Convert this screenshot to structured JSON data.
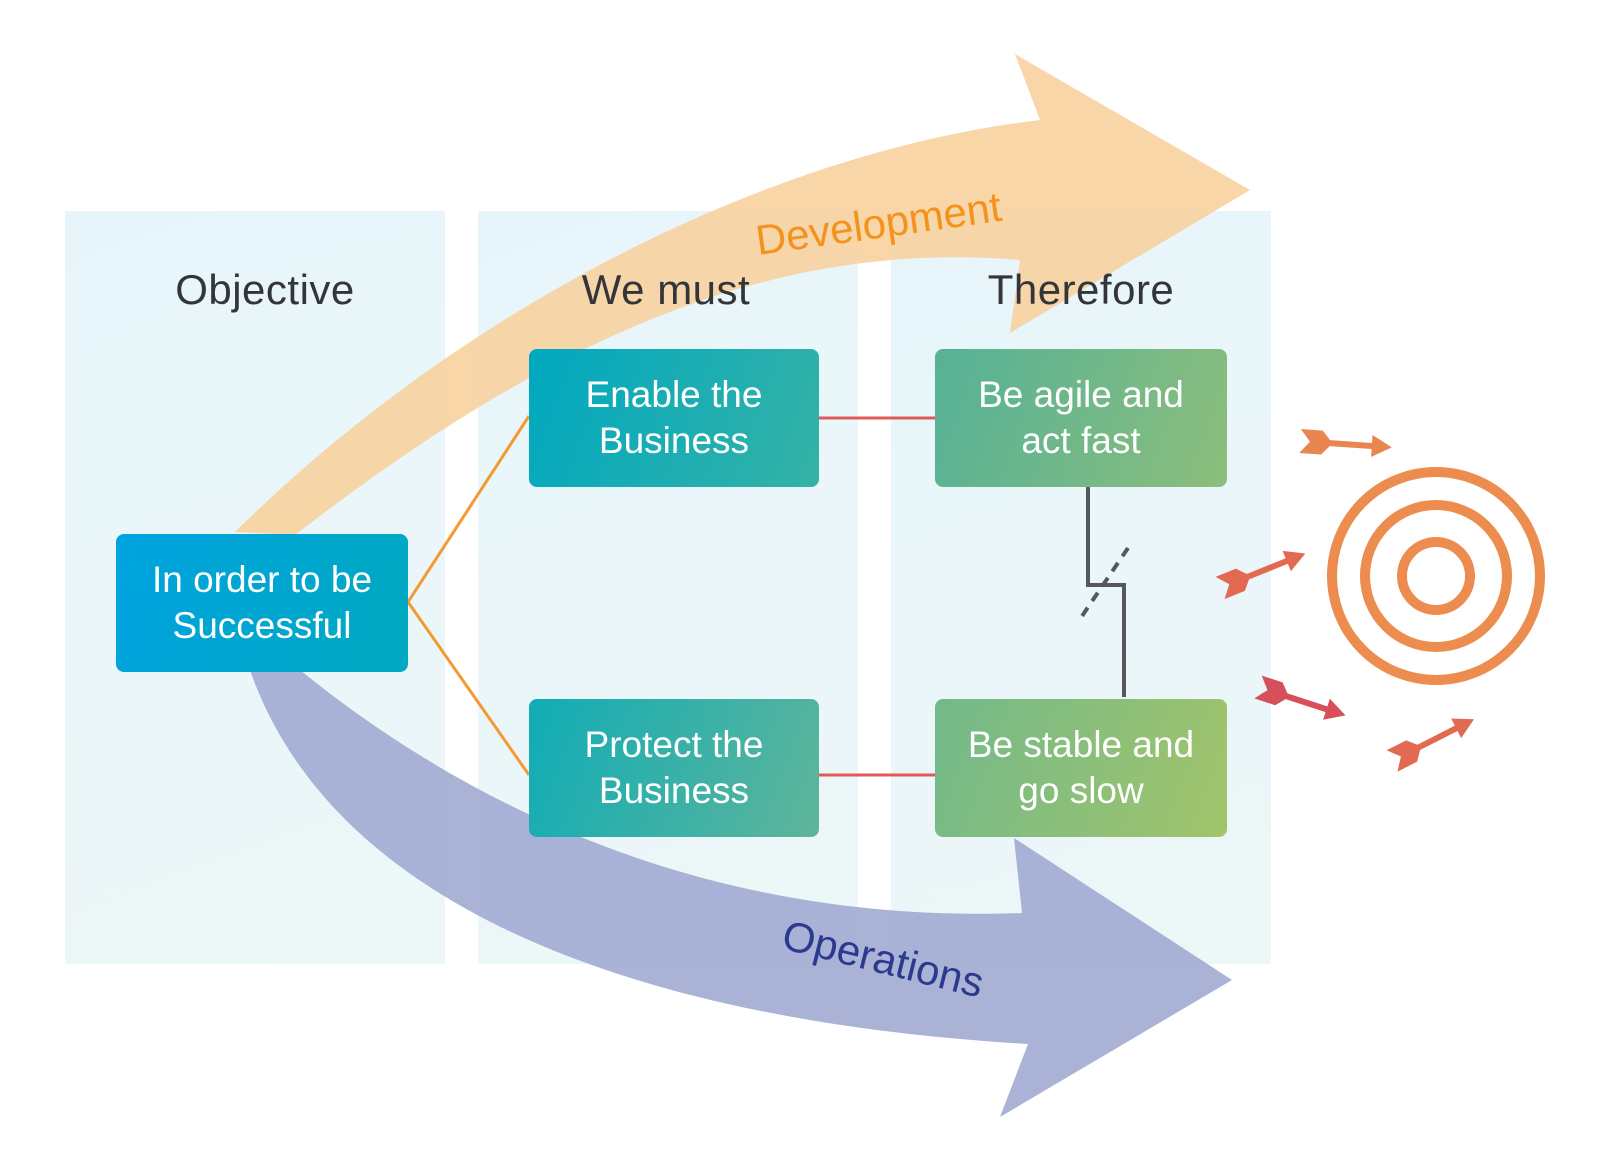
{
  "columns": [
    {
      "id": "objective",
      "heading": "Objective"
    },
    {
      "id": "we-must",
      "heading": "We must"
    },
    {
      "id": "therefore",
      "heading": "Therefore"
    }
  ],
  "boxes": {
    "objective": {
      "text": "In order to be\nSuccessful",
      "color_start": "#00a3e0",
      "color_end": "#00a9c0"
    },
    "enable": {
      "text": "Enable the\nBusiness",
      "color_start": "#00a8c0",
      "color_end": "#35b2a6"
    },
    "protect": {
      "text": "Protect the\nBusiness",
      "color_start": "#10acb6",
      "color_end": "#5fb59a"
    },
    "agile": {
      "text": "Be agile and\nact fast",
      "color_start": "#55b197",
      "color_end": "#8cbe7b"
    },
    "stable": {
      "text": "Be stable and\ngo slow",
      "color_start": "#72b98a",
      "color_end": "#a2c46a"
    }
  },
  "flows": {
    "development": {
      "label": "Development",
      "arrow_color": "#f8cf99",
      "label_color": "#f5921e"
    },
    "operations": {
      "label": "Operations",
      "arrow_color": "#a1aad2",
      "label_color": "#2b3a8f"
    }
  },
  "connectors": {
    "branch_color": "#f39a32",
    "link_color": "#e05a5a",
    "break_color": "#57585c"
  },
  "target": {
    "ring_color": "#ec8c4e",
    "arrow_colors": [
      "#e98550",
      "#e26a52",
      "#d74f5a",
      "#e26a52"
    ]
  }
}
